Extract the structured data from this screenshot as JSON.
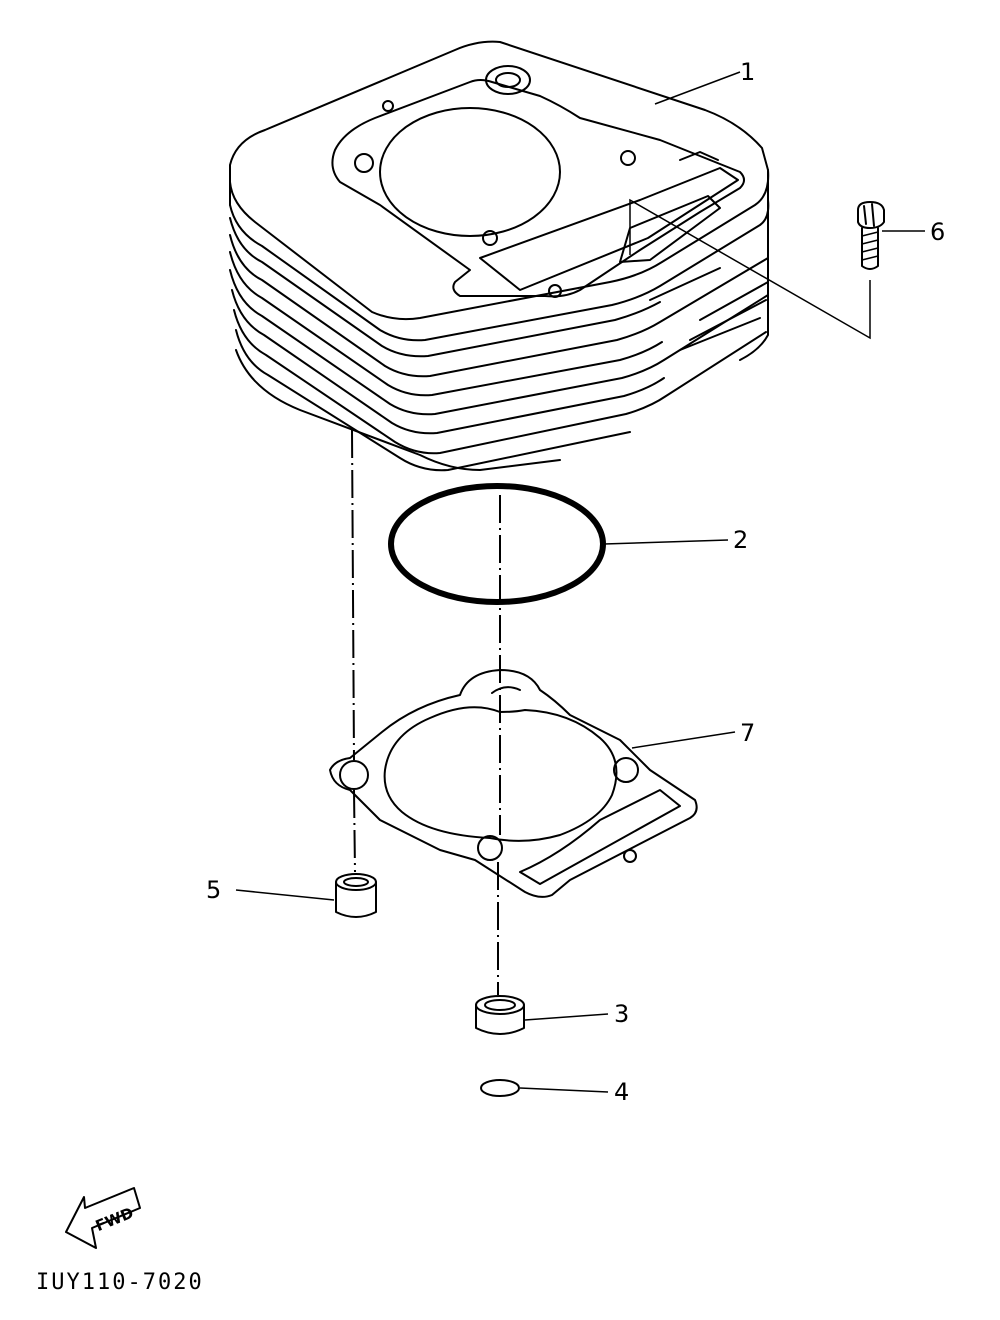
{
  "diagram": {
    "parts": [
      {
        "callout": "1",
        "name": "cylinder"
      },
      {
        "callout": "2",
        "name": "o-ring (large)"
      },
      {
        "callout": "3",
        "name": "dowel pin"
      },
      {
        "callout": "4",
        "name": "o-ring (small)"
      },
      {
        "callout": "5",
        "name": "dowel pin"
      },
      {
        "callout": "6",
        "name": "bolt"
      },
      {
        "callout": "7",
        "name": "cylinder gasket"
      }
    ],
    "fwd_arrow_label": "FWD",
    "figure_code": "IUY110-7020"
  }
}
